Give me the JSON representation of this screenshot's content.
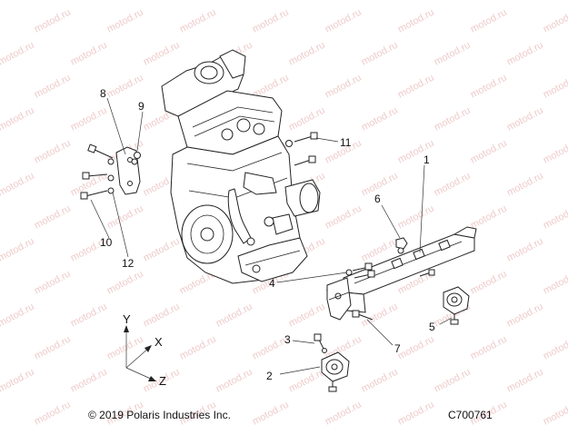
{
  "watermark": "motod.ru",
  "callouts": {
    "c1": "1",
    "c2": "2",
    "c3": "3",
    "c4": "4",
    "c5": "5",
    "c6": "6",
    "c7": "7",
    "c8": "8",
    "c9": "9",
    "c10": "10",
    "c11": "11",
    "c12": "12"
  },
  "axes": {
    "y": "Y",
    "x": "X",
    "z": "Z"
  },
  "footer": {
    "copyright": "© 2019 Polaris Industries Inc.",
    "diagram_code": "C700761"
  },
  "colors": {
    "watermark": "#e2a0a0",
    "line": "#222222",
    "background": "#ffffff"
  }
}
